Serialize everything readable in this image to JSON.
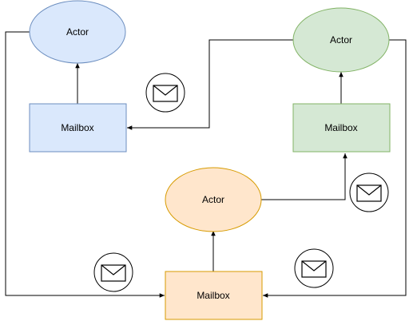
{
  "diagram": {
    "actors": [
      {
        "label": "Actor",
        "fill": "#dae8fc",
        "stroke": "#6c8ebf"
      },
      {
        "label": "Actor",
        "fill": "#d5e8d4",
        "stroke": "#82b366"
      },
      {
        "label": "Actor",
        "fill": "#ffe6cc",
        "stroke": "#d79b00"
      }
    ],
    "mailboxes": [
      {
        "label": "Mailbox",
        "fill": "#dae8fc",
        "stroke": "#6c8ebf"
      },
      {
        "label": "Mailbox",
        "fill": "#d5e8d4",
        "stroke": "#82b366"
      },
      {
        "label": "Mailbox",
        "fill": "#ffe6cc",
        "stroke": "#d79b00"
      }
    ],
    "message_icon": "envelope-icon",
    "edge_color": "#000000"
  }
}
